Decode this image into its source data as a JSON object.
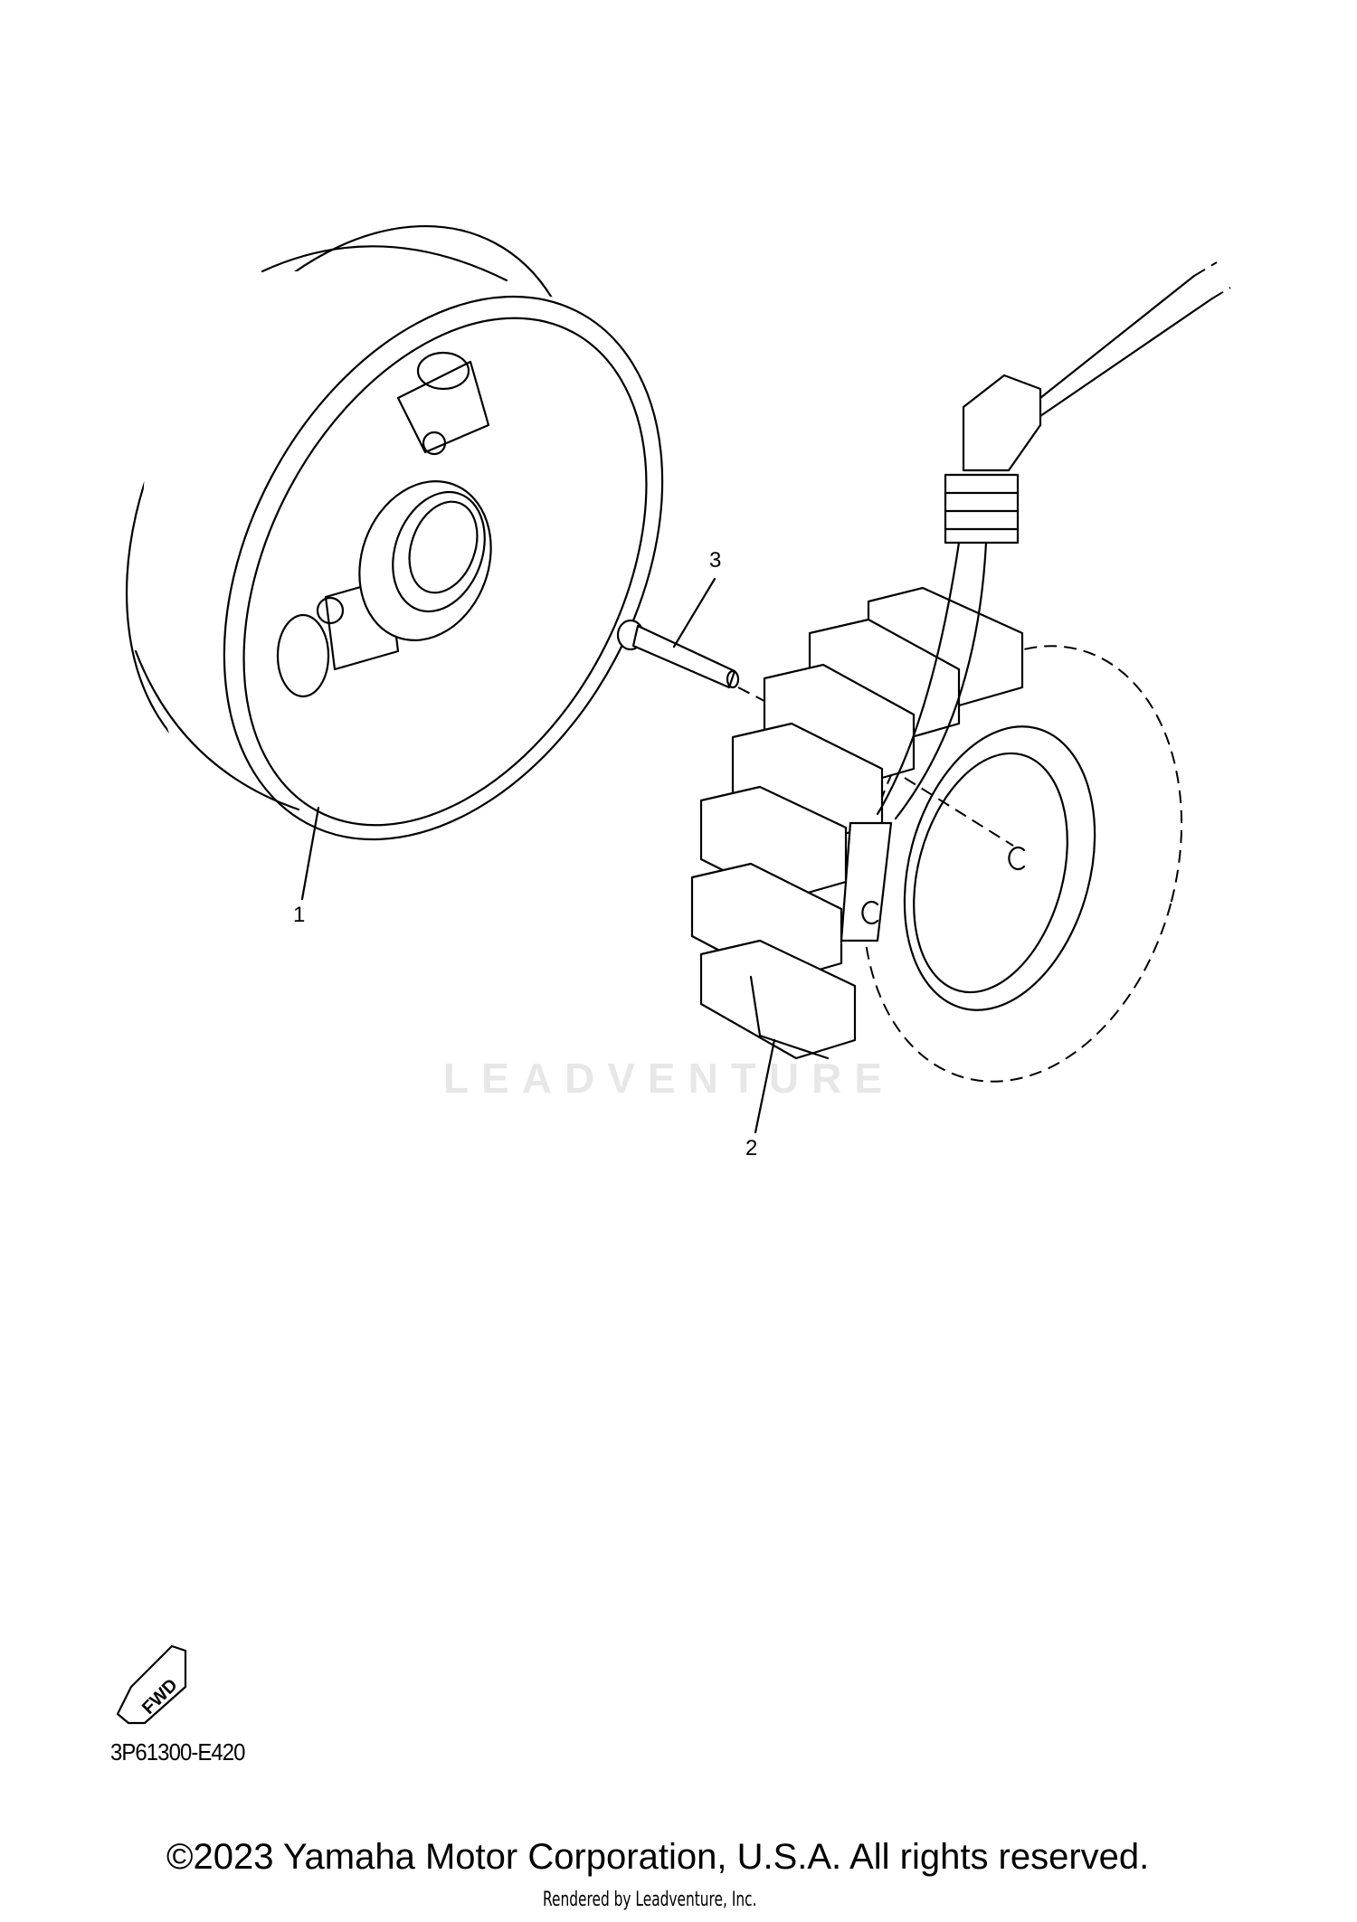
{
  "diagram": {
    "callouts": [
      {
        "number": "1",
        "part": "flywheel"
      },
      {
        "number": "2",
        "part": "stator"
      },
      {
        "number": "3",
        "part": "bolt"
      }
    ],
    "direction_badge": "FWD",
    "drawing_code": "3P61300-E420",
    "watermark": "LEADVENTURE"
  },
  "footer": {
    "copyright": "©2023 Yamaha Motor Corporation, U.S.A. All rights reserved.",
    "rendered_by": "Rendered by Leadventure, Inc."
  }
}
